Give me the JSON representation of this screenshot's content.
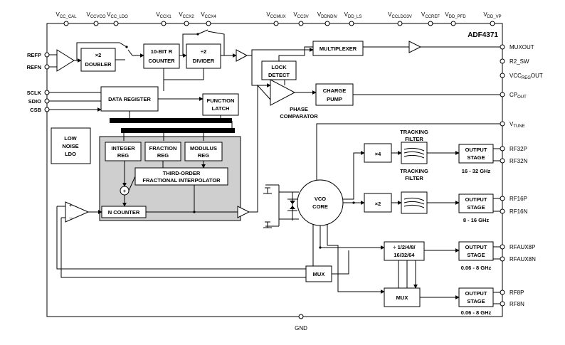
{
  "title": "ADF4371",
  "top_pins": [
    {
      "main": "V",
      "sub": "CC_CAL"
    },
    {
      "main": "V",
      "sub": "CCVCO"
    },
    {
      "main": "V",
      "sub": "CC_LDO"
    },
    {
      "main": "V",
      "sub": "CCX1"
    },
    {
      "main": "V",
      "sub": "CCX2"
    },
    {
      "main": "V",
      "sub": "CCX4"
    },
    {
      "main": "V",
      "sub": "CCMUX"
    },
    {
      "main": "V",
      "sub": "CC3V"
    },
    {
      "main": "V",
      "sub": "DDNDIV"
    },
    {
      "main": "V",
      "sub": "DD_LS"
    },
    {
      "main": "V",
      "sub": "CCLDO3V"
    },
    {
      "main": "V",
      "sub": "CCREF"
    },
    {
      "main": "V",
      "sub": "DD_PFD"
    },
    {
      "main": "V",
      "sub": "DD_VP"
    }
  ],
  "left_pins": [
    "REFP",
    "REFN",
    "SCLK",
    "SDIO",
    "CSB"
  ],
  "right_pins": {
    "muxout": "MUXOUT",
    "r2sw": "R2_SW",
    "vccreg": {
      "main": "VCC",
      "sub": "REG",
      "suffix": "OUT"
    },
    "cp": {
      "main": "CP",
      "sub": "OUT"
    },
    "vtune": {
      "main": "V",
      "sub": "TUNE"
    },
    "rf32p": "RF32P",
    "rf32n": "RF32N",
    "rf16p": "RF16P",
    "rf16n": "RF16N",
    "rfaux8p": "RFAUX8P",
    "rfaux8n": "RFAUX8N",
    "rf8p": "RF8P",
    "rf8n": "RF8N"
  },
  "bottom_pin": "GND",
  "blocks": {
    "doubler_x2": "×2",
    "doubler": "DOUBLER",
    "rcounter_l1": "10-BIT R",
    "rcounter_l2": "COUNTER",
    "divider_sym": "÷2",
    "divider": "DIVIDER",
    "multiplexer": "MULTIPLEXER",
    "lock_l1": "LOCK",
    "lock_l2": "DETECT",
    "charge_l1": "CHARGE",
    "charge_l2": "PUMP",
    "phase_l1": "PHASE",
    "phase_l2": "COMPARATOR",
    "data_register": "DATA REGISTER",
    "function_l1": "FUNCTION",
    "function_l2": "LATCH",
    "ldo_l1": "LOW",
    "ldo_l2": "NOISE",
    "ldo_l3": "LDO",
    "integer_l1": "INTEGER",
    "integer_l2": "REG",
    "fraction_l1": "FRACTION",
    "fraction_l2": "REG",
    "modulus_l1": "MODULUS",
    "modulus_l2": "REG",
    "interp_l1": "THIRD-ORDER",
    "interp_l2": "FRACTIONAL INTERPOLATOR",
    "ncounter": "N COUNTER",
    "vco_l1": "VCO",
    "vco_l2": "CORE",
    "x4": "×4",
    "x2": "×2",
    "tracking_l1": "TRACKING",
    "tracking_l2": "FILTER",
    "output_l1": "OUTPUT",
    "output_l2": "STAGE",
    "div_l1": "÷ 1/2/4/8/",
    "div_l2": "16/32/64",
    "mux": "MUX",
    "sum": "+"
  },
  "freq_labels": {
    "rf32": "16 - 32 GHz",
    "rf16": "8 - 16 GHz",
    "aux": "0.06 - 8 GHz",
    "rf8": "0.06 - 8 GHz"
  }
}
